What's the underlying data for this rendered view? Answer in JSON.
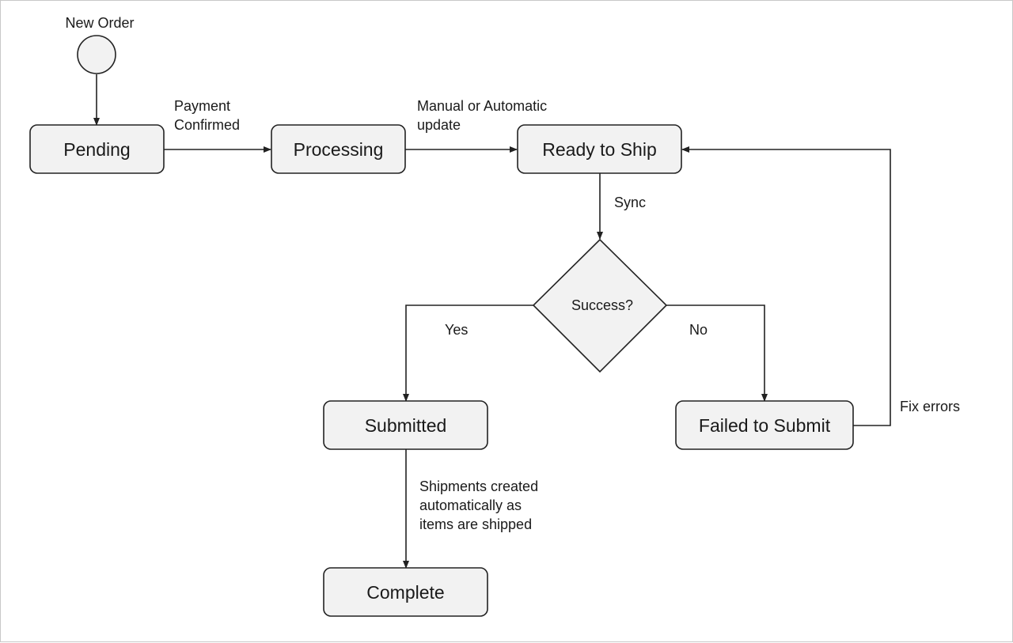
{
  "diagram": {
    "start": {
      "label": "New Order"
    },
    "states": {
      "pending": "Pending",
      "processing": "Processing",
      "ready_to_ship": "Ready to Ship",
      "submitted": "Submitted",
      "failed_to_submit": "Failed to Submit",
      "complete": "Complete"
    },
    "decision": {
      "label": "Success?"
    },
    "edges": {
      "payment_line1": "Payment",
      "payment_line2": "Confirmed",
      "manual_line1": "Manual or Automatic",
      "manual_line2": "update",
      "sync": "Sync",
      "yes": "Yes",
      "no": "No",
      "fix_errors": "Fix errors",
      "shipments_line1": "Shipments created",
      "shipments_line2": "automatically as",
      "shipments_line3": "items are shipped"
    }
  },
  "colors": {
    "node_fill": "#f2f2f2",
    "stroke": "#222222",
    "text": "#1a1a1a"
  }
}
